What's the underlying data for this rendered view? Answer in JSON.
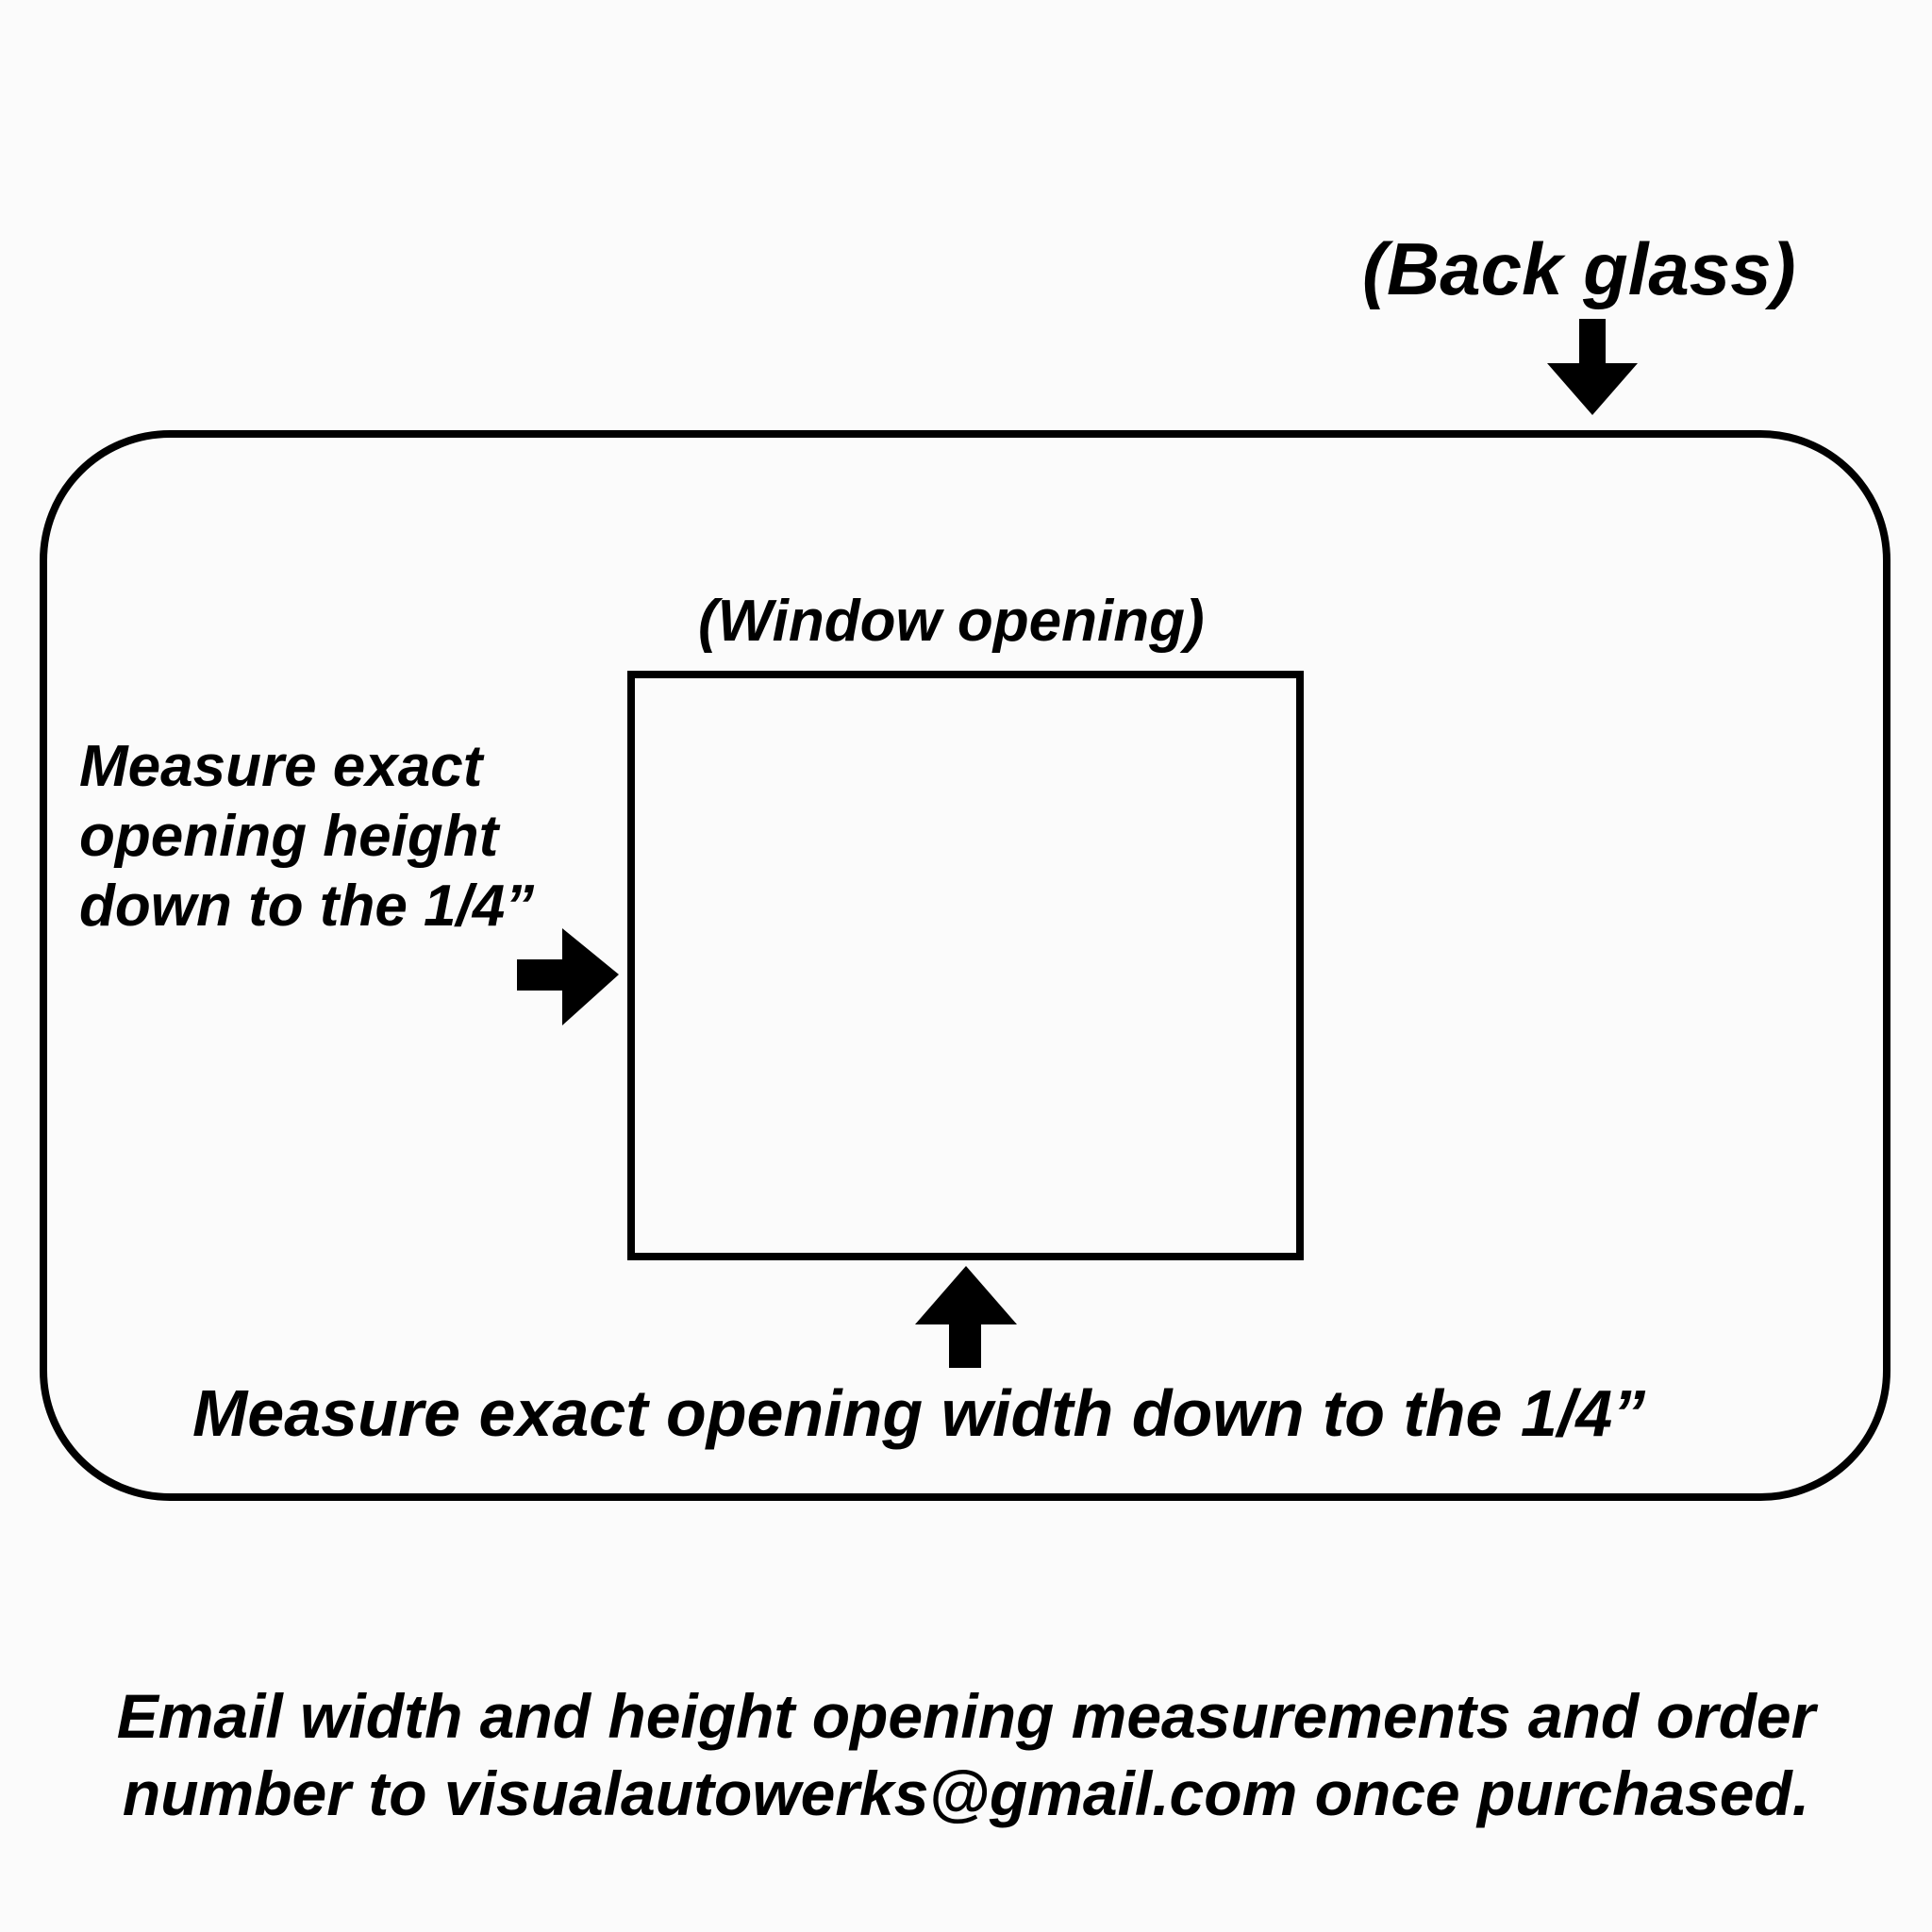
{
  "labels": {
    "back_glass": "(Back glass)",
    "window_opening": "(Window opening)",
    "height_instruction": "Measure exact\nopening height\ndown to the 1/4”",
    "width_instruction": "Measure exact opening width down to the 1/4”"
  },
  "footer": {
    "line1": "Email width and height opening measurements and order",
    "line2": "number to visualautowerks@gmail.com once purchased."
  },
  "colors": {
    "stroke": "#000000",
    "background": "#fbfbfb"
  }
}
